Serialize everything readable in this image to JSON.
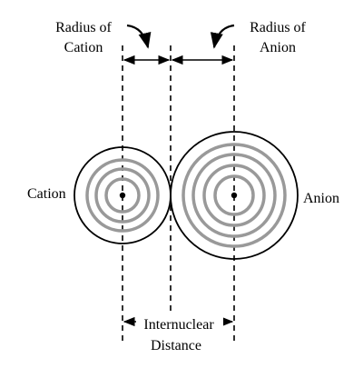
{
  "labels": {
    "radius_cation_line1": "Radius of",
    "radius_cation_line2": "Cation",
    "radius_anion_line1": "Radius of",
    "radius_anion_line2": "Anion",
    "cation": "Cation",
    "anion": "Anion",
    "internuclear_line1": "Internuclear",
    "internuclear_line2": "Distance"
  },
  "colors": {
    "outline": "#000000",
    "ring": "#999999"
  }
}
